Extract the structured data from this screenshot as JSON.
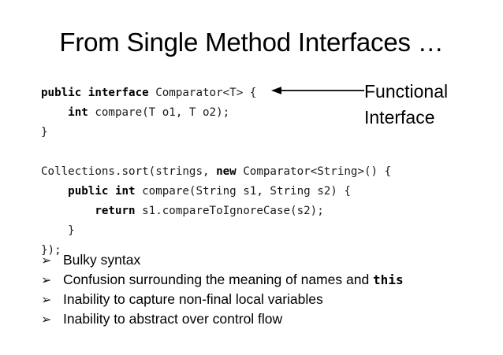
{
  "slide": {
    "title": "From Single Method Interfaces …",
    "background_color": "#ffffff",
    "text_color": "#000000"
  },
  "code": {
    "language": "java",
    "lines": [
      {
        "indent": 0,
        "tokens": [
          {
            "text": "public interface ",
            "bold": true
          },
          {
            "text": "Comparator<T> {",
            "bold": false
          }
        ]
      },
      {
        "indent": 4,
        "tokens": [
          {
            "text": "int ",
            "bold": true
          },
          {
            "text": "compare(T o1, T o2);",
            "bold": false
          }
        ]
      },
      {
        "indent": 0,
        "tokens": [
          {
            "text": "}",
            "bold": false
          }
        ]
      },
      {
        "indent": 0,
        "tokens": []
      },
      {
        "indent": 0,
        "tokens": [
          {
            "text": "Collections.sort(strings, ",
            "bold": false
          },
          {
            "text": "new ",
            "bold": true
          },
          {
            "text": "Comparator<String>() {",
            "bold": false
          }
        ]
      },
      {
        "indent": 4,
        "tokens": [
          {
            "text": "public int ",
            "bold": true
          },
          {
            "text": "compare(String s1, String s2) {",
            "bold": false
          }
        ]
      },
      {
        "indent": 8,
        "tokens": [
          {
            "text": "return ",
            "bold": true
          },
          {
            "text": "s1.compareToIgnoreCase(s2);",
            "bold": false
          }
        ]
      },
      {
        "indent": 4,
        "tokens": [
          {
            "text": "}",
            "bold": false
          }
        ]
      },
      {
        "indent": 0,
        "tokens": [
          {
            "text": "});",
            "bold": false
          }
        ]
      }
    ]
  },
  "annotation": {
    "icon": "left-arrow-icon",
    "arrow_direction": "left",
    "arrow_color": "#000000",
    "lines": [
      "Functional",
      "Interface"
    ]
  },
  "bullets": {
    "marker_glyph": "➢",
    "items": [
      {
        "segments": [
          {
            "text": "Bulky syntax",
            "mono_bold": false
          }
        ]
      },
      {
        "segments": [
          {
            "text": "Confusion surrounding the meaning of names and ",
            "mono_bold": false
          },
          {
            "text": "this",
            "mono_bold": true
          }
        ]
      },
      {
        "segments": [
          {
            "text": "Inability to capture non-final local variables",
            "mono_bold": false
          }
        ]
      },
      {
        "segments": [
          {
            "text": "Inability to abstract over control flow",
            "mono_bold": false
          }
        ]
      }
    ]
  }
}
